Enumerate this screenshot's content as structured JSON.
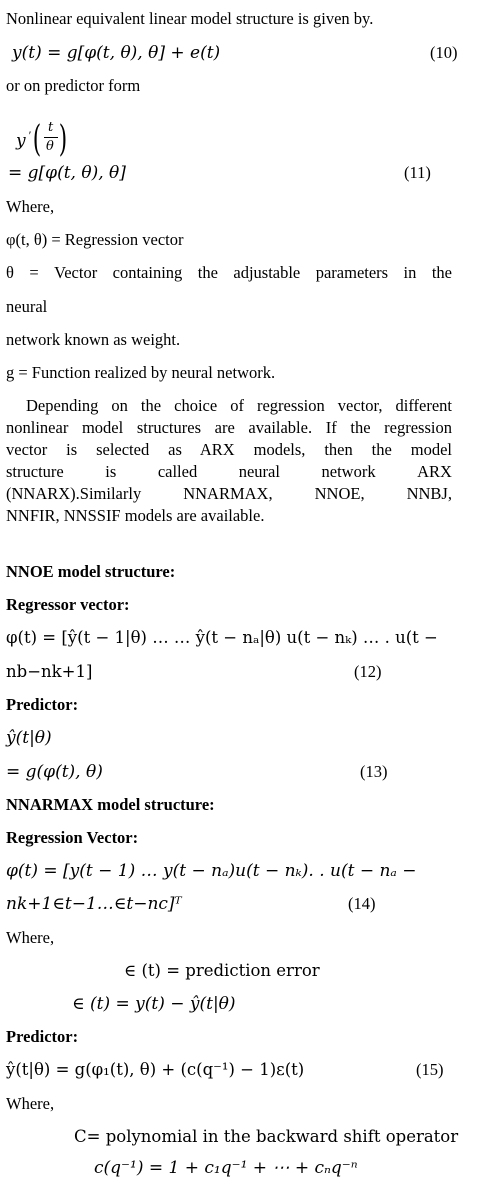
{
  "lines": {
    "l1": "Nonlinear equivalent linear model structure is given by.",
    "eq10": "y(t) = g[φ(t, θ), θ] + e(t)",
    "eq10_num": "(10)",
    "l3": "or on predictor form",
    "eq11_y": "y",
    "eq11_prime": "′",
    "eq11_t": "t",
    "eq11_theta": "θ",
    "eq11_rhs": "= g[φ(t, θ), θ]",
    "eq11_num": "(11)",
    "where1": "Where,",
    "reg_vec_def": "φ(t, θ) = Regression vector",
    "theta_def_a": "θ = Vector containing the adjustable parameters in the",
    "theta_def_b": "neural",
    "theta_def_c": "network known as weight.",
    "g_def": "g = Function realized by neural network.",
    "para1_a": "Depending on the choice of regression vector, different",
    "para1_b": "nonlinear model structures are available. If the regression",
    "para1_c": "vector is selected as ARX models, then the model",
    "para1_d": "structure is called neural network ARX",
    "para1_e": "(NNARX).Similarly NNARMAX, NNOE, NNBJ,",
    "para1_f": "NNFIR, NNSSIF models are available.",
    "nnoe_heading": "NNOE model structure:",
    "regressor_vector_heading": "Regressor vector:",
    "eq12_a": "φ(t) = [ŷ(t − 1|θ) … … ŷ(t − nₐ|θ) u(t − nₖ) … . u(t −",
    "eq12_b": "nb−nk+1]",
    "eq12_num": "(12)",
    "predictor_heading_1": "Predictor:",
    "eq13_a": "ŷ(t|θ)",
    "eq13_b": "= g(φ(t), θ)",
    "eq13_num": "(13)",
    "nnarmax_heading": "NNARMAX model structure:",
    "regression_vector_heading": "Regression Vector:",
    "eq14_a": "φ(t) = [y(t − 1) … y(t − nₐ)u(t − nₖ). . u(t − nₐ −",
    "eq14_b": "nk+1∈t−1…∈t−nc]ᵀ",
    "eq14_num": "(14)",
    "where2": "Where,",
    "pred_err_def": "∈ (t) = prediction error",
    "pred_err_eq": "∈ (t) = y(t) − ŷ(t|θ)",
    "predictor_heading_2": "Predictor:",
    "eq15": "ŷ(t|θ) = g(φ₁(t), θ) + (c(q⁻¹) − 1)ε(t)",
    "eq15_num": "(15)",
    "where3": "Where,",
    "c_def": "C= polynomial in the backward shift operator",
    "c_poly": "c(q⁻¹) = 1 + c₁q⁻¹ + ⋯ + cₙq⁻ⁿ"
  }
}
